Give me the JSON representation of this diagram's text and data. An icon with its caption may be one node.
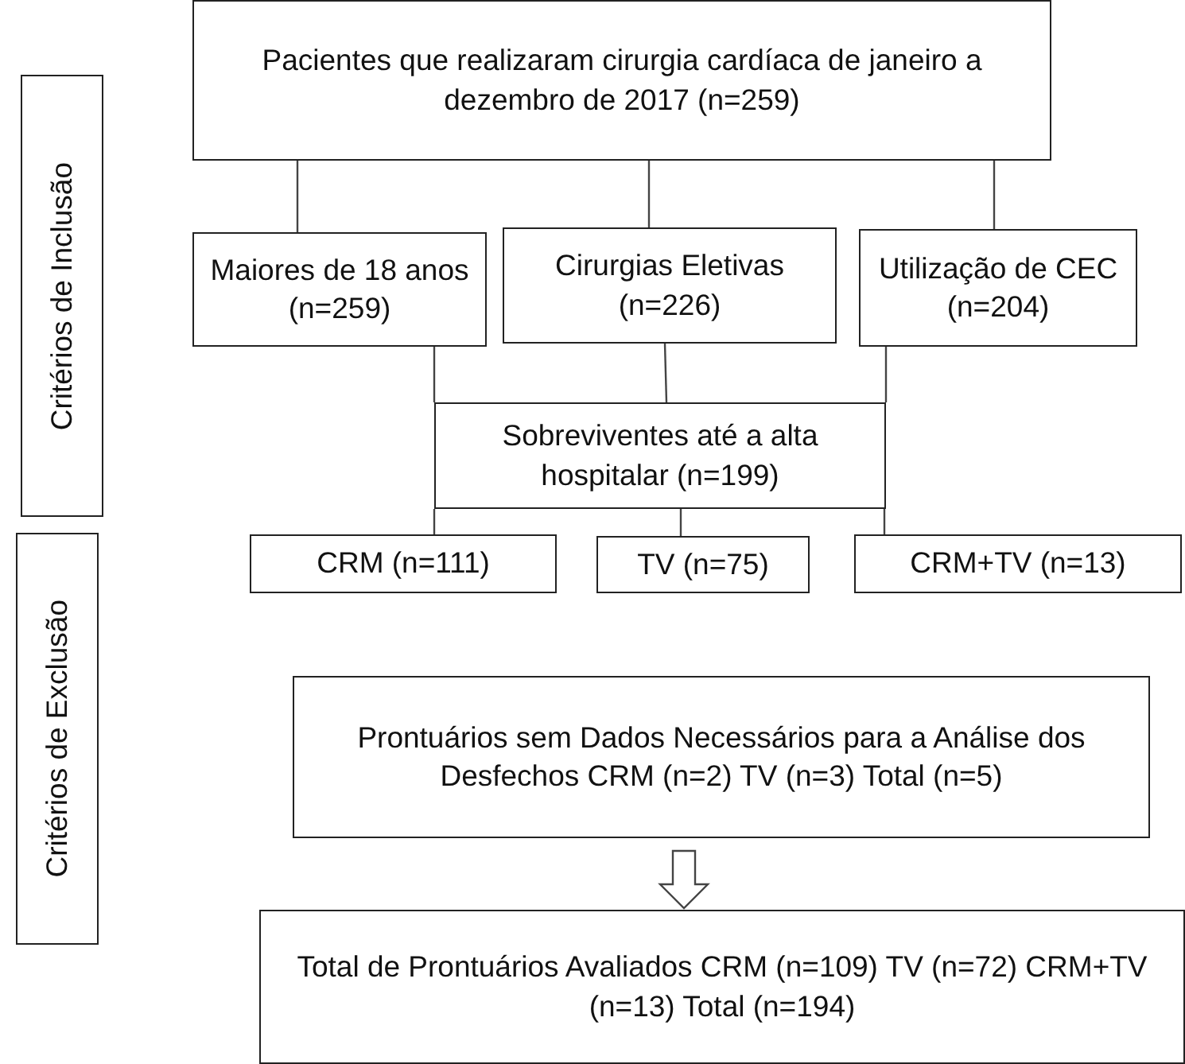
{
  "diagram": {
    "nodes": [
      {
        "text": [
          "Critérios de Inclusão"
        ]
      },
      {
        "text": [
          "Critérios de Exclusão"
        ]
      },
      {
        "text": [
          "Pacientes que realizaram cirurgia cardíaca de janeiro a dezembro de 2017 (n=259)"
        ]
      },
      {
        "text": [
          "Maiores de 18 anos (n=259)"
        ]
      },
      {
        "text": [
          "Cirurgias Eletivas (n=226)"
        ]
      },
      {
        "text": [
          "Utilização de CEC (n=204)"
        ]
      },
      {
        "text": [
          "Sobreviventes até a alta hospitalar (n=199)"
        ]
      },
      {
        "text": [
          "CRM (n=111)"
        ]
      },
      {
        "text": [
          "TV (n=75)"
        ]
      },
      {
        "text": [
          "CRM+TV (n=13)"
        ]
      },
      {
        "text": [
          "Prontuários sem Dados Necessários para a Análise dos Desfechos CRM (n=2) TV (n=3) Total (n=5)"
        ]
      },
      {
        "text": [
          "Total de Prontuários Avaliados CRM (n=109) TV (n=72) CRM+TV (n=13) Total (n=194)"
        ]
      }
    ],
    "edges": [
      {
        "from": 2,
        "to": 3,
        "arrow": "none"
      },
      {
        "from": 2,
        "to": 4,
        "arrow": "none"
      },
      {
        "from": 2,
        "to": 5,
        "arrow": "none"
      },
      {
        "from": 3,
        "to": 6,
        "arrow": "none"
      },
      {
        "from": 4,
        "to": 6,
        "arrow": "none"
      },
      {
        "from": 5,
        "to": 6,
        "arrow": "none"
      },
      {
        "from": 6,
        "to": 7,
        "arrow": "none"
      },
      {
        "from": 6,
        "to": 8,
        "arrow": "none"
      },
      {
        "from": 6,
        "to": 9,
        "arrow": "none"
      },
      {
        "from": 10,
        "to": 11,
        "arrow": "to"
      }
    ]
  }
}
